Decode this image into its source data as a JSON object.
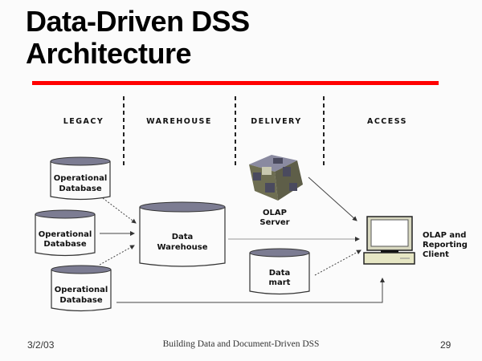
{
  "slide": {
    "title_line1": "Data-Driven DSS",
    "title_line2": "Architecture",
    "accent_color": "#ff0000"
  },
  "diagram": {
    "columns": [
      "LEGACY",
      "WAREHOUSE",
      "DELIVERY",
      "ACCESS"
    ],
    "nodes": {
      "op_db_1": {
        "line1": "Operational",
        "line2": "Database"
      },
      "op_db_2": {
        "line1": "Operational",
        "line2": "Database"
      },
      "op_db_3": {
        "line1": "Operational",
        "line2": "Database"
      },
      "warehouse": {
        "line1": "Data",
        "line2": "Warehouse"
      },
      "olap_server": {
        "line1": "OLAP",
        "line2": "Server"
      },
      "data_mart": {
        "line1": "Data",
        "line2": "mart"
      },
      "client": {
        "line1": "OLAP and",
        "line2": "Reporting",
        "line3": "Client"
      }
    },
    "edges": [
      {
        "from": "op_db_1",
        "to": "warehouse",
        "style": "dotted"
      },
      {
        "from": "op_db_2",
        "to": "warehouse",
        "style": "solid"
      },
      {
        "from": "op_db_3",
        "to": "warehouse",
        "style": "dotted"
      },
      {
        "from": "olap_server",
        "to": "client",
        "style": "solid"
      },
      {
        "from": "warehouse",
        "to": "client",
        "style": "solid"
      },
      {
        "from": "data_mart",
        "to": "client",
        "style": "dotted"
      },
      {
        "from": "op_db_3",
        "to": "client",
        "style": "solid"
      }
    ]
  },
  "footer": {
    "date": "3/2/03",
    "title": "Building Data and Document-Driven DSS",
    "page": "29"
  }
}
